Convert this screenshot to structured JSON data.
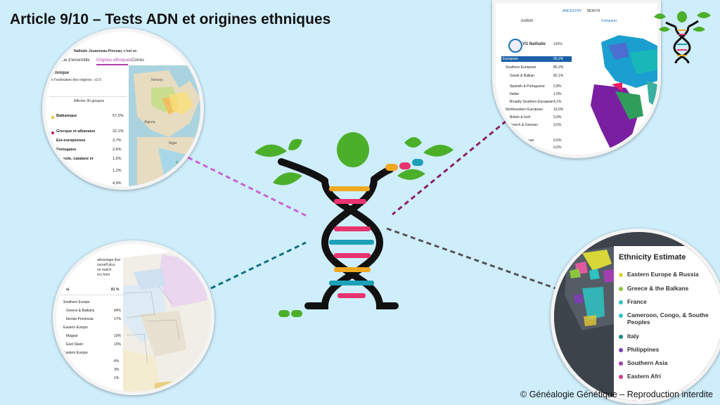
{
  "title": "Article 9/10 – Tests ADN et origines ethniques",
  "copyright": "© Généalogie Génétique – Reproduction interdite",
  "myheritage": {
    "user": "Nathalie Jouanneau-Pinceau, c'est vo",
    "tabs": [
      "Vue d'ensemble",
      "Origines ethniques",
      "Corres"
    ],
    "section": "ethnique",
    "subtitle": "e l'estimation des origines : v2.0",
    "groups_label": "Afficher 90 groupes",
    "items": [
      {
        "label": "Balkanique",
        "value": "57,2%",
        "color": "#e8c22b"
      },
      {
        "label": "Grecque et albanaise",
        "value": "22,1%",
        "color": "#c2185b"
      },
      {
        "label": "Est-européenne",
        "value": "3,7%",
        "color": ""
      },
      {
        "label": "Portugaise",
        "value": "2,6%",
        "color": ""
      },
      {
        "label": "pagnole, catalane et",
        "value": "1,5%",
        "color": ""
      },
      {
        "label": "",
        "value": "1,2%",
        "color": ""
      },
      {
        "label": "",
        "value": "4,9%",
        "color": ""
      }
    ]
  },
  "twentythree": {
    "tabs": [
      "ANCESTRY",
      "MONTH"
    ],
    "section": "osition",
    "compare": "Comparer",
    "vs": "VS Nathalie",
    "pct_header": "100%",
    "rows": [
      {
        "label": "European",
        "value": "96,2%"
      },
      {
        "label": "Southern European",
        "value": "85,2%"
      },
      {
        "label": "Greek & Balkan",
        "value": "82,1%"
      },
      {
        "label": "Spanish & Portuguese",
        "value": "2,8%"
      },
      {
        "label": "Italian",
        "value": "1,0%"
      },
      {
        "label": "Broadly Southern European",
        "value": "4,1%"
      },
      {
        "label": "Northwestern European",
        "value": "10,0%"
      },
      {
        "label": "British & Irish",
        "value": "0,9%"
      },
      {
        "label": "French & German",
        "value": "3,5%"
      },
      {
        "label": "Eastern European",
        "value": "0,5%"
      },
      {
        "label": "",
        "value": "0,0%"
      }
    ]
  },
  "ftdna": {
    "intro": "advantage that",
    "intro2": "ourself plus",
    "intro3": "ne match",
    "intro4": "ers from",
    "group": "e)",
    "group_pct": "81 %",
    "rows": [
      {
        "label": "Southern Europe",
        "value": ""
      },
      {
        "label": "Greece & Balkans",
        "value": "64%"
      },
      {
        "label": "Iberian Peninsula",
        "value": "17%"
      },
      {
        "label": "Eastern Europe",
        "value": ""
      },
      {
        "label": "Magyar",
        "value": "10%"
      },
      {
        "label": "East Slavic",
        "value": "10%"
      },
      {
        "label": "Eastern Europe",
        "value": ""
      },
      {
        "label": "",
        "value": "4%"
      },
      {
        "label": "",
        "value": "3%"
      },
      {
        "label": "",
        "value": "1%"
      }
    ]
  },
  "ancestry": {
    "heading": "Ethnicity Estimate",
    "items": [
      {
        "label": "Eastern Europe & Russia",
        "color": "#d4d930"
      },
      {
        "label": "Greece & the Balkans",
        "color": "#8dc63f"
      },
      {
        "label": "France",
        "color": "#2ec4c4"
      },
      {
        "label": "Cameroon, Congo, & Southe",
        "label2": "Peoples",
        "color": "#2ec4c4"
      },
      {
        "label": "Italy",
        "color": "#1a8a8a"
      },
      {
        "label": "Philippines",
        "color": "#7b3fb0"
      },
      {
        "label": "Southern Asia",
        "color": "#a23fb0"
      },
      {
        "label": "Eastern Afri",
        "color": "#d23c8c"
      }
    ]
  }
}
